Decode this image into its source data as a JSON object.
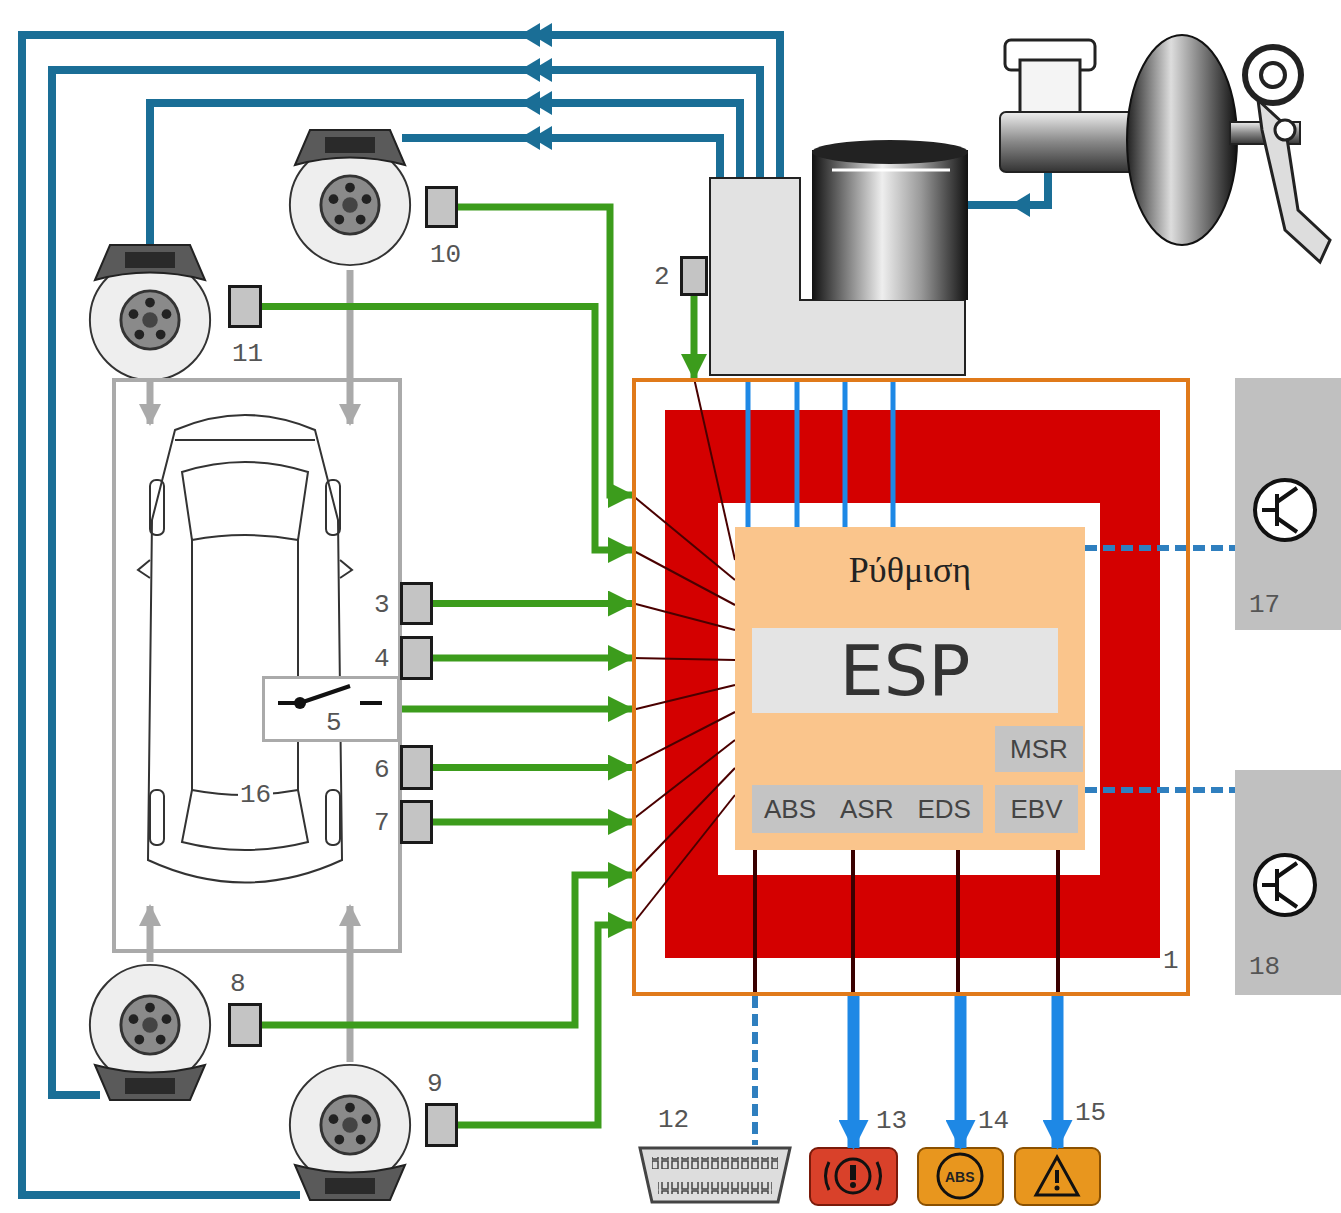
{
  "diagram": {
    "nodes": [
      {
        "text": [
          "1"
        ]
      },
      {
        "text": [
          "Ρύθμιση"
        ],
        "in": 0
      },
      {
        "text": [
          "ESP"
        ],
        "in": 1
      },
      {
        "text": [
          "MSR"
        ],
        "in": 1
      },
      {
        "text": [
          "ABS",
          "ASR",
          "EDS"
        ],
        "in": 1
      },
      {
        "text": [
          "EBV"
        ],
        "in": 1
      },
      {
        "text": [
          "2"
        ]
      },
      {
        "text": [
          "10"
        ]
      },
      {
        "text": [
          "11"
        ]
      },
      {
        "text": [
          "16"
        ]
      },
      {
        "text": [
          "3"
        ]
      },
      {
        "text": [
          "4"
        ]
      },
      {
        "text": [
          "5"
        ],
        "in": 9
      },
      {
        "text": [
          "6"
        ]
      },
      {
        "text": [
          "7"
        ]
      },
      {
        "text": [
          "8"
        ]
      },
      {
        "text": [
          "9"
        ]
      },
      {
        "text": [
          "17"
        ]
      },
      {
        "text": [
          "18"
        ]
      },
      {
        "text": [
          "12"
        ]
      },
      {
        "text": [
          "13"
        ]
      },
      {
        "text": [
          "14",
          "ABS"
        ]
      },
      {
        "text": [
          "15"
        ]
      }
    ],
    "edges": [
      {
        "from": 6,
        "to": 0,
        "arrow": "to"
      },
      {
        "from": 7,
        "to": 0,
        "arrow": "to"
      },
      {
        "from": 8,
        "to": 0,
        "arrow": "to"
      },
      {
        "from": 10,
        "to": 0,
        "arrow": "to"
      },
      {
        "from": 11,
        "to": 0,
        "arrow": "to"
      },
      {
        "from": 12,
        "to": 0,
        "arrow": "to"
      },
      {
        "from": 13,
        "to": 0,
        "arrow": "to"
      },
      {
        "from": 14,
        "to": 0,
        "arrow": "to"
      },
      {
        "from": 15,
        "to": 0,
        "arrow": "to"
      },
      {
        "from": 16,
        "to": 0,
        "arrow": "to"
      },
      {
        "from": 1,
        "to": 17,
        "arrow": "none"
      },
      {
        "from": 1,
        "to": 18,
        "arrow": "none"
      },
      {
        "from": 0,
        "to": 19,
        "arrow": "none"
      },
      {
        "from": 0,
        "to": 20,
        "arrow": "to"
      },
      {
        "from": 0,
        "to": 21,
        "arrow": "to"
      },
      {
        "from": 0,
        "to": 22,
        "arrow": "to"
      }
    ]
  }
}
